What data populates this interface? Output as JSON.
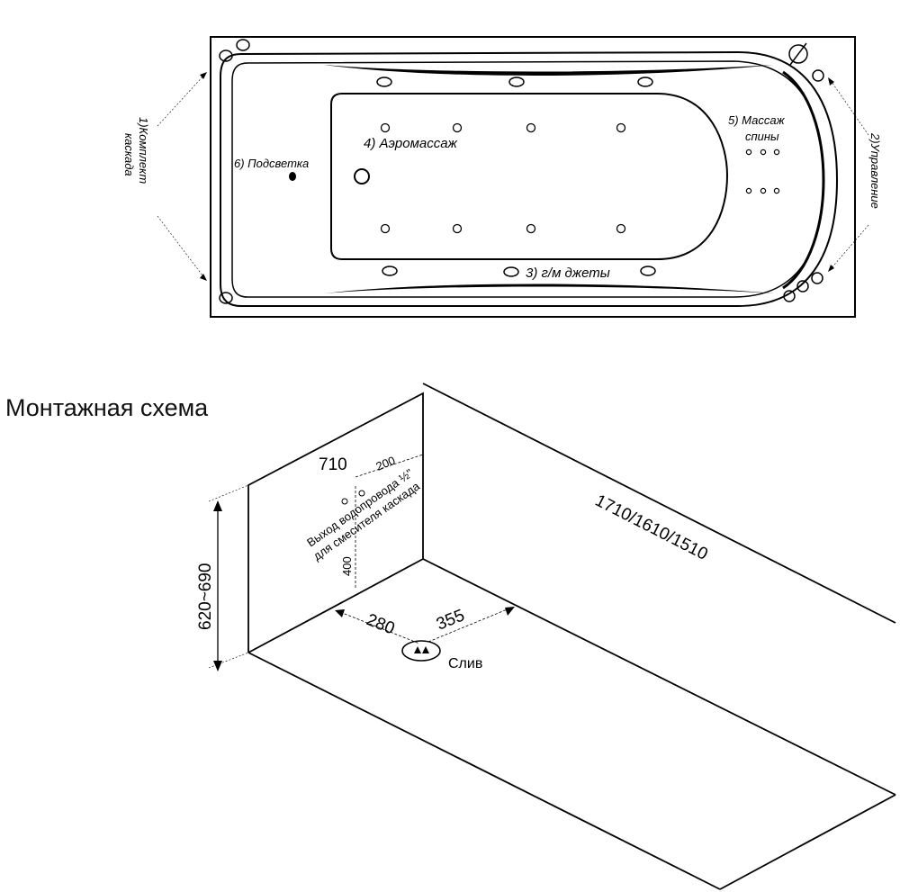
{
  "top_view": {
    "callouts": {
      "cascade": "1)Комплект каскада",
      "cascade_line1": "1)Комплект",
      "cascade_line2": "каскада",
      "control": "2)Управление",
      "jets": "3) г/м джеты",
      "aero": "4) Аэромассаж",
      "back_massage_line1": "5) Массаж",
      "back_massage_line2": "спины",
      "lighting": "6) Подсветка"
    }
  },
  "install_scheme": {
    "title": "Монтажная схема",
    "dimensions": {
      "width": "710",
      "offset_top": "200",
      "height_outlet": "400",
      "height": "620~690",
      "drain_offset_side": "280",
      "drain_offset_front": "355",
      "length": "1710/1610/1510"
    },
    "labels": {
      "water_outlet_line1": "Выход водопровода ½\"",
      "water_outlet_line2": "для смесителя каскада",
      "drain": "Слив"
    }
  }
}
